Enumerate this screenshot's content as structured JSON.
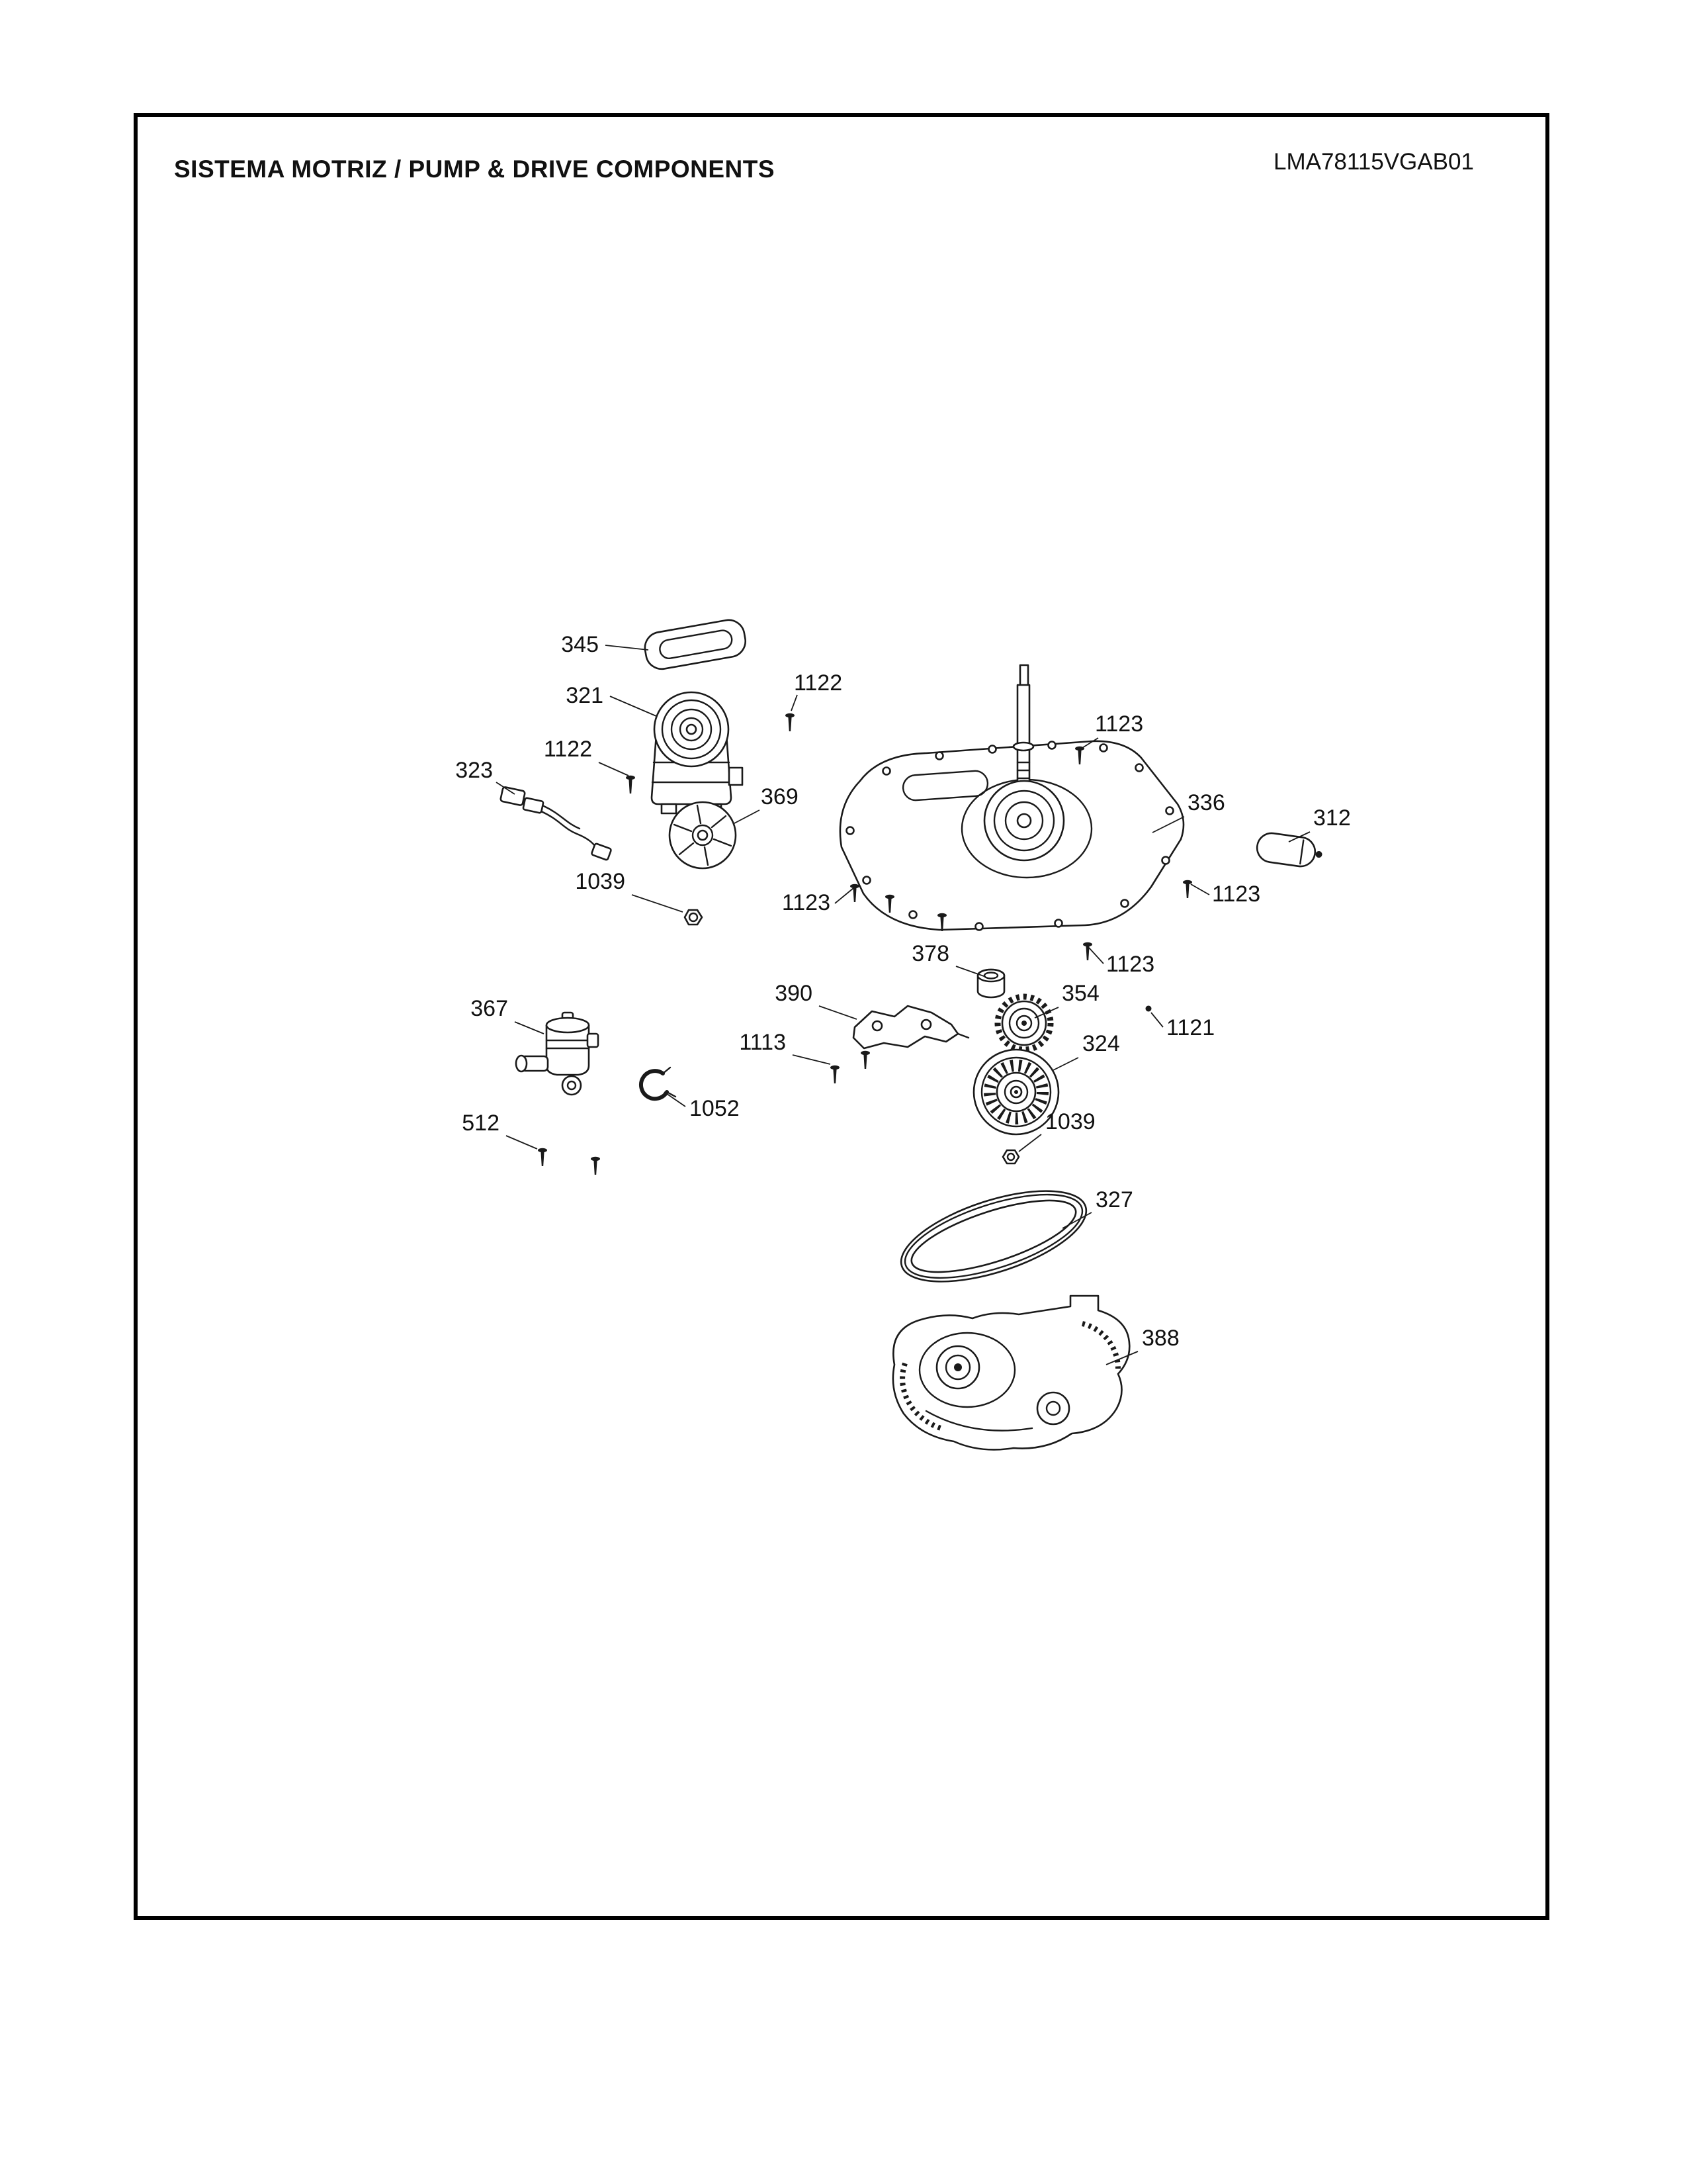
{
  "page": {
    "title": "SISTEMA MOTRIZ / PUMP  &  DRIVE COMPONENTS",
    "doc_number": "LMA78115VGAB01"
  },
  "colors": {
    "ink": "#1a1a1a",
    "paper": "#ffffff"
  },
  "callouts": [
    {
      "label": "345"
    },
    {
      "label": "321"
    },
    {
      "label": "1122"
    },
    {
      "label": "1123"
    },
    {
      "label": "323"
    },
    {
      "label": "1122"
    },
    {
      "label": "369"
    },
    {
      "label": "336"
    },
    {
      "label": "312"
    },
    {
      "label": "1039"
    },
    {
      "label": "1123"
    },
    {
      "label": "1123"
    },
    {
      "label": "378"
    },
    {
      "label": "1123"
    },
    {
      "label": "390"
    },
    {
      "label": "354"
    },
    {
      "label": "367"
    },
    {
      "label": "1113"
    },
    {
      "label": "324"
    },
    {
      "label": "1121"
    },
    {
      "label": "1052"
    },
    {
      "label": "512"
    },
    {
      "label": "1039"
    },
    {
      "label": "327"
    },
    {
      "label": "388"
    }
  ]
}
